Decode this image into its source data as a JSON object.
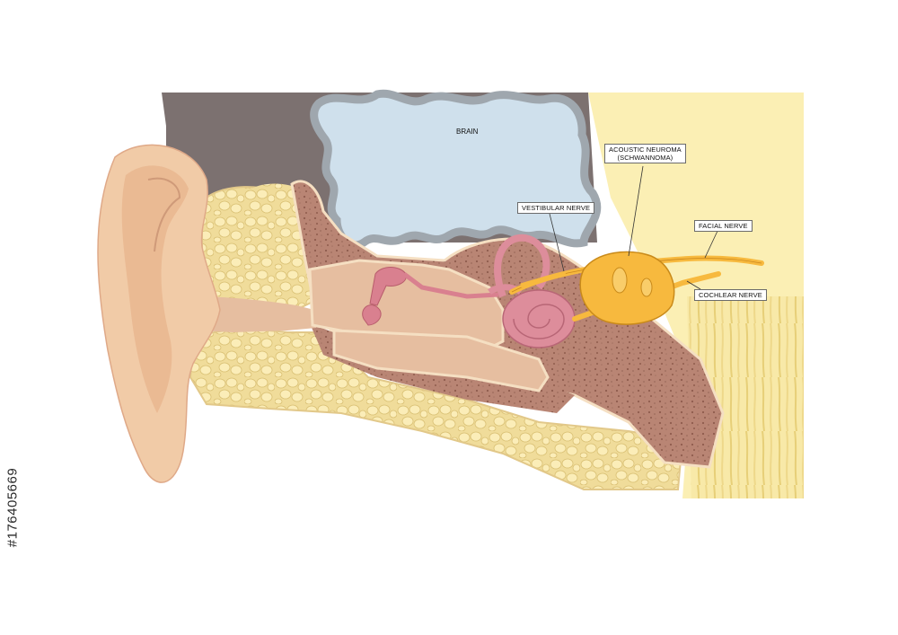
{
  "labels": {
    "brain": "BRAIN",
    "acoustic_neuroma": "ACOUSTIC NEUROMA\n(SCHWANNOMA)",
    "vestibular_nerve": "VESTIBULAR NERVE",
    "facial_nerve": "FACIAL NERVE",
    "cochlear_nerve": "COCHLEAR NERVE"
  },
  "stock_id": "#176405669",
  "colors": {
    "skull_dark": "#7c7170",
    "brain": "#cfe0ec",
    "brain_outline": "#9fa7ae",
    "bone_spongy": "#f3e3a6",
    "bone_dense": "#b5806f",
    "canal": "#e6bea0",
    "ear_skin": "#f1cba7",
    "cochlea": "#dd8d9b",
    "tumor": "#f7b93e",
    "soft_tissue": "#fbefb4"
  }
}
